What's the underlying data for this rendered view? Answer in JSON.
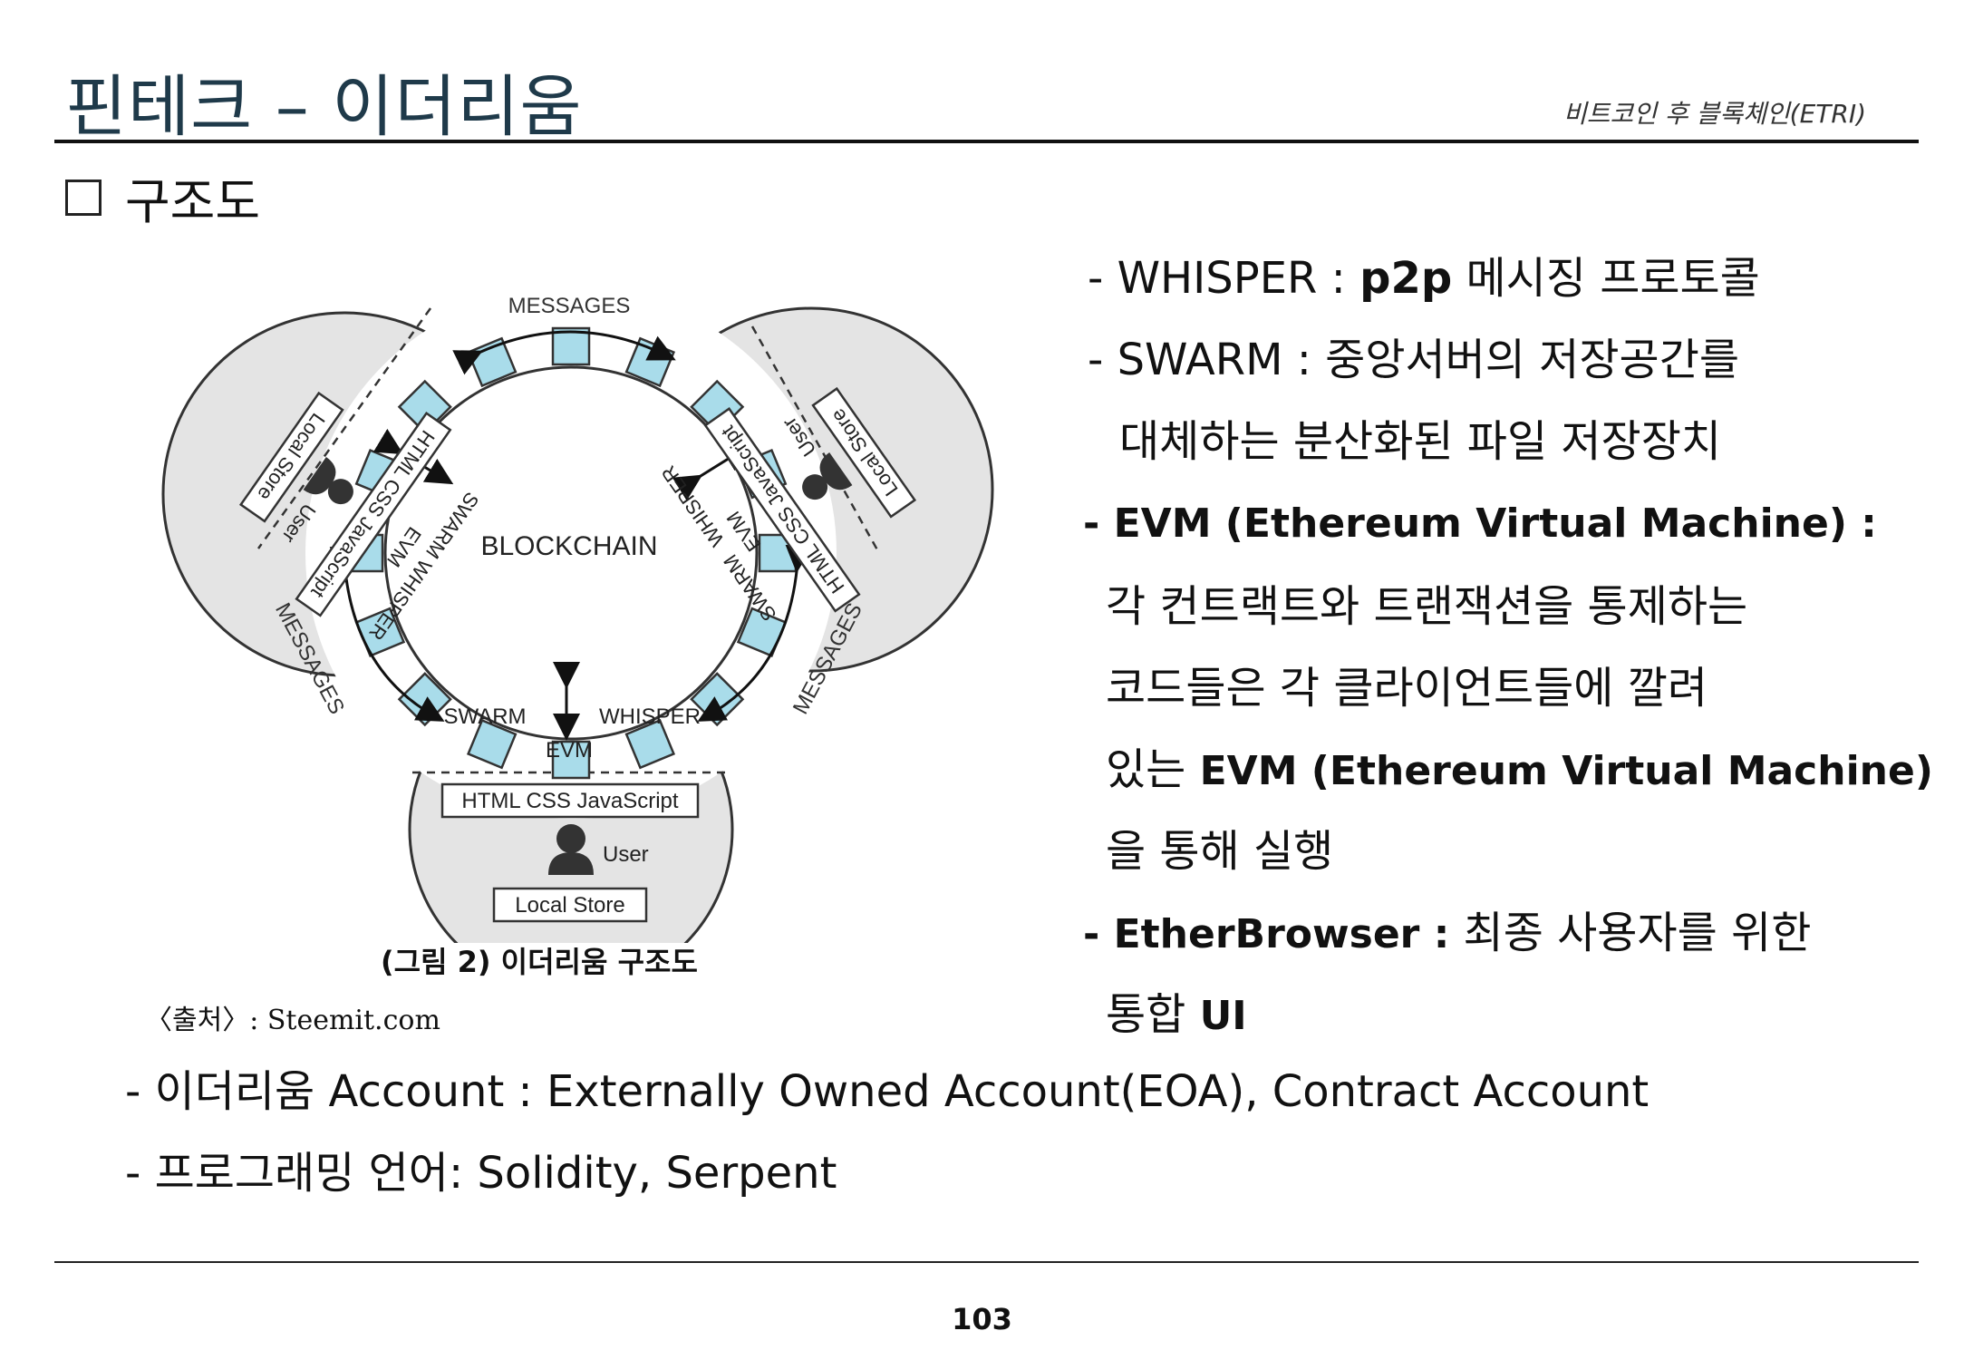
{
  "header": {
    "title": "핀테크 – 이더리움",
    "source": "비트코인 후 블록체인(ETRI)"
  },
  "section": {
    "title": "구조도"
  },
  "diagram": {
    "center": "BLOCKCHAIN",
    "messages": "MESSAGES",
    "swarm": "SWARM",
    "whisper": "WHISPER",
    "evm": "EVM",
    "tech": "HTML CSS JavaScript",
    "user": "User",
    "store": "Local Store",
    "caption": "(그림 2) 이더리움 구조도",
    "credit": "〈출처〉: Steemit.com"
  },
  "right": {
    "whisper_label": "- WHISPER : ",
    "whisper_bold": "p2p",
    "whisper_desc": " 메시징 프로토콜",
    "swarm_line1": "- SWARM :  중앙서버의 저장공간를",
    "swarm_line2": "대체하는 분산화된 파일 저장장치",
    "evm_label": "- EVM (Ethereum Virtual Machine) :",
    "evm_line1": "각 컨트랙트와 트랜잭션을 통제하는",
    "evm_line2": "코드들은 각 클라이언트들에 깔려",
    "evm_line3_pre": "있는  ",
    "evm_line3_bold": "EVM (Ethereum Virtual Machine)",
    "evm_line4": "을 통해 실행",
    "eb_label": "- EtherBrowser :",
    "eb_desc": " 최종 사용자를 위한",
    "eb_line2_pre": "통합 ",
    "eb_line2_bold": "UI"
  },
  "bottom": {
    "account": "- 이더리움 Account : Externally Owned Account(EOA), Contract Account",
    "language": "- 프로그래밍 언어: Solidity, Serpent"
  },
  "footer": {
    "page": "103"
  }
}
